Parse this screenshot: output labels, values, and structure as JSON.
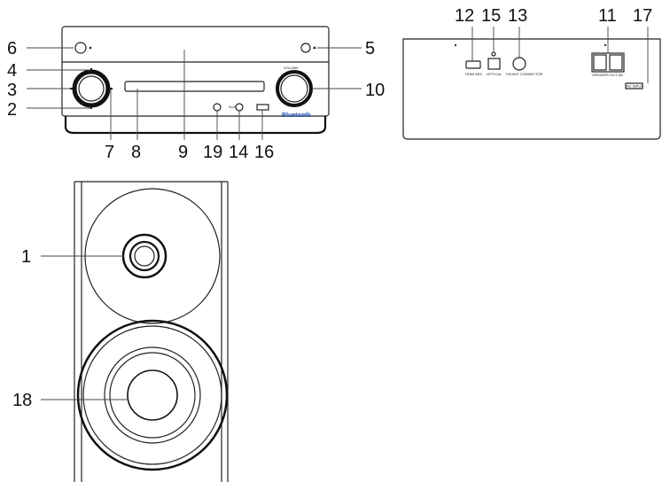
{
  "callouts": {
    "c1": "1",
    "c2": "2",
    "c3": "3",
    "c4": "4",
    "c5": "5",
    "c6": "6",
    "c7": "7",
    "c8": "8",
    "c9": "9",
    "c10": "10",
    "c11": "11",
    "c12": "12",
    "c13": "13",
    "c14": "14",
    "c15": "15",
    "c16": "16",
    "c17": "17",
    "c18": "18",
    "c19": "19"
  },
  "front_panel": {
    "volume_label": "VOLUME",
    "bluetooth_label": "Bluetooth",
    "aux_label": "AUX"
  },
  "rear_panel": {
    "hdmi_label": "HDMI ARC",
    "optical_label": "OPTICAL",
    "fm_label": "FM ANT CONNECTOR",
    "speaker_label": "SPEAKER OUT 8Ω",
    "ac_label": "AC INPUT"
  },
  "colors": {
    "bluetooth": "#1a4fb4",
    "outline": "#222222"
  }
}
